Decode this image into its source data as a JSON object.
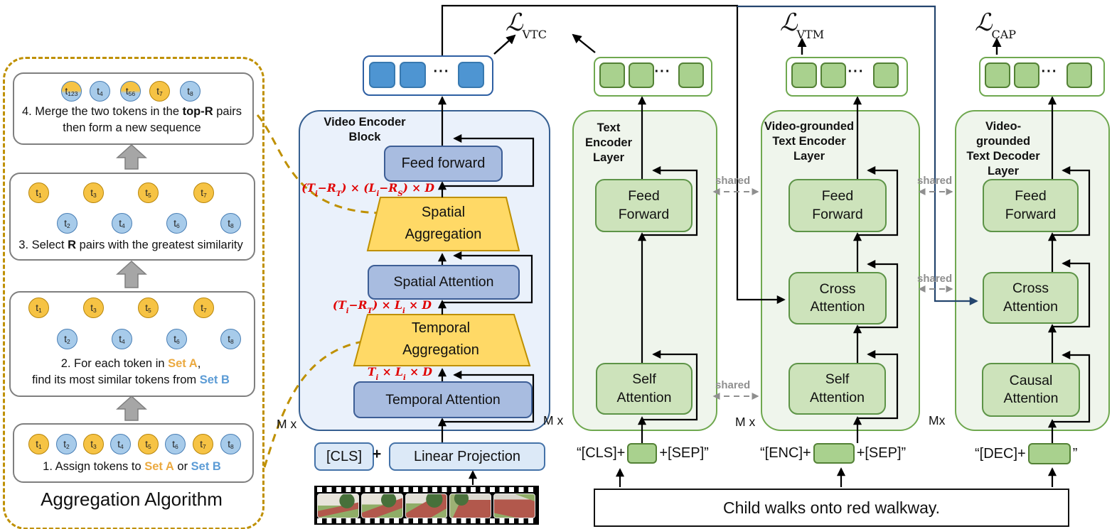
{
  "colors": {
    "set_a_yellow": "#F6C344",
    "set_b_blue": "#A7CBEA",
    "token_border_yellow": "#B8860B",
    "token_border_blue": "#4A7FB5",
    "panel_dash": "#BF9000",
    "video_block_bg": "#EAF1FB",
    "video_block_border": "#365F91",
    "inner_blue_box": "#A8BCE0",
    "trapezoid_fill": "#FFD966",
    "trapezoid_border": "#BF9000",
    "video_token_blue": "#4E95D2",
    "text_token_green": "#A9D18E",
    "column_bg": "#EFF5EC",
    "column_border": "#6FA84F",
    "inner_green_box": "#CDE3BB",
    "dims_red": "#E00000",
    "shared_gray": "#8F8F8F",
    "deep_blue_line": "#24456E"
  },
  "aggregation_panel": {
    "title": "Aggregation Algorithm",
    "step4": {
      "tokens": [
        {
          "b": "t",
          "s": "123"
        },
        {
          "b": "t",
          "s": "4"
        },
        {
          "b": "t",
          "s": "56"
        },
        {
          "b": "t",
          "s": "7"
        },
        {
          "b": "t",
          "s": "8"
        }
      ],
      "line1_pre": "4. Merge the two tokens in the ",
      "line1_bold": "top-R",
      "line1_post": " pairs",
      "line2": "then form a new sequence"
    },
    "step3": {
      "top": [
        {
          "b": "t",
          "s": "1"
        },
        {
          "b": "t",
          "s": "3"
        },
        {
          "b": "t",
          "s": "5"
        },
        {
          "b": "t",
          "s": "7"
        }
      ],
      "bottom": [
        {
          "b": "t",
          "s": "2"
        },
        {
          "b": "t",
          "s": "4"
        },
        {
          "b": "t",
          "s": "6"
        },
        {
          "b": "t",
          "s": "8"
        }
      ],
      "text_pre": "3. Select ",
      "text_bold": "R",
      "text_post": " pairs with the greatest similarity"
    },
    "step2": {
      "top": [
        {
          "b": "t",
          "s": "1"
        },
        {
          "b": "t",
          "s": "3"
        },
        {
          "b": "t",
          "s": "5"
        },
        {
          "b": "t",
          "s": "7"
        }
      ],
      "bottom": [
        {
          "b": "t",
          "s": "2"
        },
        {
          "b": "t",
          "s": "4"
        },
        {
          "b": "t",
          "s": "6"
        },
        {
          "b": "t",
          "s": "8"
        }
      ],
      "line1_pre": "2. For each token in ",
      "set_a": "Set A",
      "line1_post": ",",
      "line2_pre": "find its most similar tokens from ",
      "set_b": "Set B"
    },
    "step1": {
      "tokens": [
        {
          "b": "t",
          "s": "1"
        },
        {
          "b": "t",
          "s": "2"
        },
        {
          "b": "t",
          "s": "3"
        },
        {
          "b": "t",
          "s": "4"
        },
        {
          "b": "t",
          "s": "5"
        },
        {
          "b": "t",
          "s": "6"
        },
        {
          "b": "t",
          "s": "7"
        },
        {
          "b": "t",
          "s": "8"
        }
      ],
      "text_pre": "1. Assign tokens to ",
      "set_a": "Set A",
      "text_mid": " or ",
      "set_b": "Set B"
    }
  },
  "video_encoder": {
    "title_line1": "Video Encoder",
    "title_line2": "Block",
    "feed_forward": "Feed forward",
    "spatial_aggregation": {
      "l1": "Spatial",
      "l2": "Aggregation"
    },
    "spatial_attention": "Spatial Attention",
    "temporal_aggregation": {
      "l1": "Temporal",
      "l2": "Aggregation"
    },
    "temporal_attention": "Temporal Attention",
    "repeat_label": "M x",
    "cls_token": "[CLS]",
    "plus": "+",
    "linear_projection": "Linear Projection",
    "dim_top": {
      "p1": "(T",
      "s1": "i",
      "p2": "−R",
      "s2": "T",
      "p3": ") × (L",
      "s3": "i",
      "p4": "−R",
      "s4": "S",
      "p5": ") × D"
    },
    "dim_mid": {
      "p1": "(T",
      "s1": "i",
      "p2": "−R",
      "s2": "T",
      "p3": ") × L",
      "s3": "i",
      "p4": " × D"
    },
    "dim_bot": {
      "p1": "T",
      "s1": "i",
      "p2": " × L",
      "s2": "i",
      "p3": " × D"
    }
  },
  "losses": {
    "vtc": {
      "sym": "ℒ",
      "sub": "VTC"
    },
    "vtm": {
      "sym": "ℒ",
      "sub": "VTM"
    },
    "cap": {
      "sym": "ℒ",
      "sub": "CAP"
    }
  },
  "text_encoder": {
    "title1": "Text",
    "title2": "Encoder",
    "title3": "Layer",
    "feed_forward": {
      "l1": "Feed",
      "l2": "Forward"
    },
    "self_attention": {
      "l1": "Self",
      "l2": "Attention"
    },
    "repeat_label": "M x",
    "input_pre": "“[CLS]+",
    "input_post": "+[SEP]”"
  },
  "vg_text_encoder": {
    "title1": "Video-grounded",
    "title2": "Text Encoder",
    "title3": "Layer",
    "feed_forward": {
      "l1": "Feed",
      "l2": "Forward"
    },
    "cross_attention": {
      "l1": "Cross",
      "l2": "Attention"
    },
    "self_attention": {
      "l1": "Self",
      "l2": "Attention"
    },
    "repeat_label": "M x",
    "input_pre": "“[ENC]+",
    "input_post": "+[SEP]”"
  },
  "vg_text_decoder": {
    "title1": "Video-grounded",
    "title2": "Text Decoder",
    "title3": "Layer",
    "feed_forward": {
      "l1": "Feed",
      "l2": "Forward"
    },
    "cross_attention": {
      "l1": "Cross",
      "l2": "Attention"
    },
    "causal_attention": {
      "l1": "Causal",
      "l2": "Attention"
    },
    "repeat_label": "Mx",
    "input_pre": "“[DEC]+",
    "input_post": "”"
  },
  "shared_label": "shared",
  "dots": "···",
  "caption": "Child walks onto red walkway."
}
